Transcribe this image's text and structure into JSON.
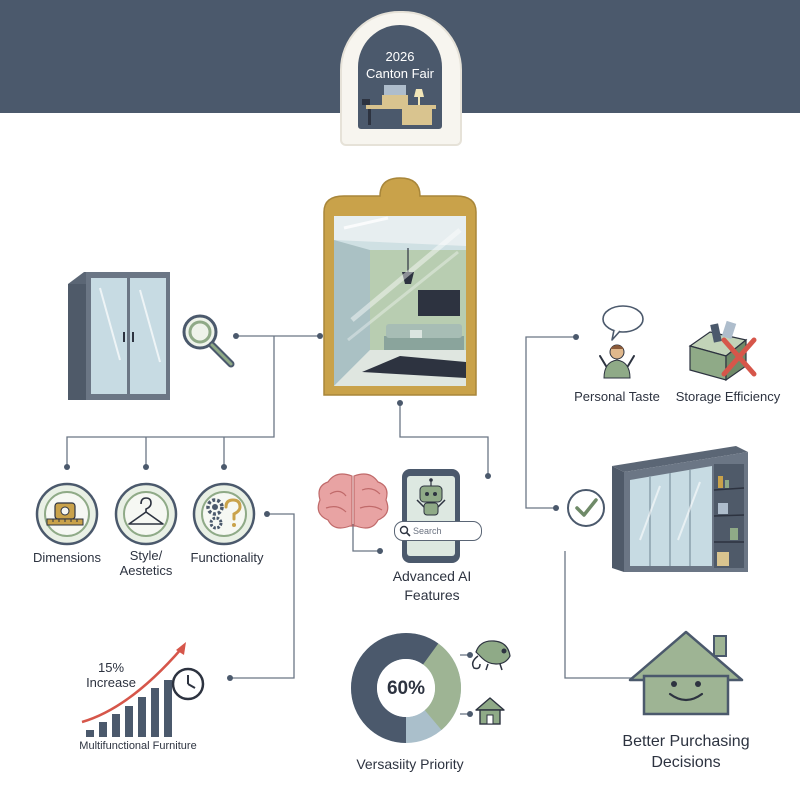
{
  "header": {
    "year": "2026",
    "event": "Canton Fair"
  },
  "factors": [
    {
      "label": "Dimensions"
    },
    {
      "label": "Style/\nAestetics"
    },
    {
      "label": "Functionality"
    }
  ],
  "ai": {
    "search_placeholder": "Search",
    "label_line1": "Advanced AI",
    "label_line2": "Features"
  },
  "considerations": [
    {
      "label": "Personal Taste"
    },
    {
      "label": "Storage Efficiency"
    }
  ],
  "trend": {
    "percent": "15%",
    "increase": "Increase",
    "caption": "Multifunctional Furniture"
  },
  "versatility": {
    "percent_label": "60%",
    "value": 60,
    "caption": "Versasiity Priority"
  },
  "outcome": {
    "line1": "Better Purchasing",
    "line2": "Decisions"
  },
  "colors": {
    "header": "#4b596c",
    "sage": "#8faa87",
    "slate": "#4b596c",
    "gold": "#c9a24a",
    "red": "#d6564a"
  }
}
